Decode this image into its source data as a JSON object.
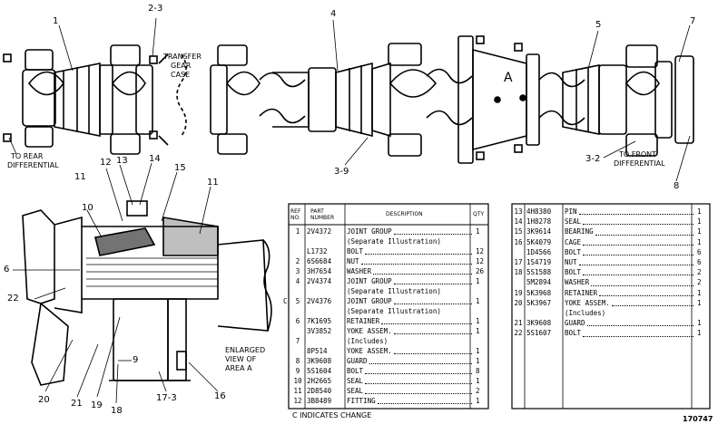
{
  "callouts_top": [
    "1",
    "2-3",
    "4",
    "5",
    "7",
    "A",
    "3-9",
    "3-2",
    "8"
  ],
  "callouts_bottom": [
    "12",
    "13",
    "14",
    "15",
    "11",
    "10",
    "11",
    "6",
    "22",
    "20",
    "21",
    "19",
    "18",
    "9",
    "17-3",
    "16"
  ],
  "notes": {
    "transfer_case": [
      "TRANSFER",
      "GEAR",
      "CASE"
    ],
    "to_rear": [
      "TO REAR",
      "DIFFERENTIAL"
    ],
    "to_front": [
      "TO FRONT",
      "DIFFERENTIAL"
    ],
    "enlarged": [
      "ENLARGED",
      "VIEW OF",
      "AREA A"
    ]
  },
  "table": {
    "headers": {
      "ref": "REF NO.",
      "part": "PART NUMBER",
      "desc": "DESCRIPTION",
      "qty": "QTY"
    },
    "left_rows": [
      {
        "c": "",
        "ref": "1",
        "part": "2V4372",
        "desc": "JOINT GROUP",
        "qty": "1"
      },
      {
        "c": "",
        "ref": "",
        "part": "",
        "desc": "(Separate Illustration)",
        "qty": ""
      },
      {
        "c": "",
        "ref": "",
        "part": "L1732",
        "desc": "BOLT",
        "qty": "12"
      },
      {
        "c": "",
        "ref": "2",
        "part": "6S6684",
        "desc": "NUT",
        "qty": "12"
      },
      {
        "c": "",
        "ref": "3",
        "part": "3H7654",
        "desc": "WASHER",
        "qty": "26"
      },
      {
        "c": "",
        "ref": "4",
        "part": "2V4374",
        "desc": "JOINT GROUP",
        "qty": "1"
      },
      {
        "c": "",
        "ref": "",
        "part": "",
        "desc": "(Separate Illustration)",
        "qty": ""
      },
      {
        "c": "C",
        "ref": "5",
        "part": "2V4376",
        "desc": "JOINT GROUP",
        "qty": "1"
      },
      {
        "c": "",
        "ref": "",
        "part": "",
        "desc": "(Separate Illustration)",
        "qty": ""
      },
      {
        "c": "",
        "ref": "6",
        "part": "7K1695",
        "desc": "RETAINER",
        "qty": "1"
      },
      {
        "c": "",
        "ref": "",
        "part": "3V3852",
        "desc": "YOKE ASSEM.",
        "qty": "1"
      },
      {
        "c": "",
        "ref": "7",
        "part": "",
        "desc": "(Includes)",
        "qty": ""
      },
      {
        "c": "",
        "ref": "",
        "part": "8P514",
        "desc": "YOKE ASSEM.",
        "qty": "1"
      },
      {
        "c": "",
        "ref": "8",
        "part": "3K9608",
        "desc": "GUARD",
        "qty": "1"
      },
      {
        "c": "",
        "ref": "9",
        "part": "5S1604",
        "desc": "BOLT",
        "qty": "8"
      },
      {
        "c": "",
        "ref": "10",
        "part": "2H2665",
        "desc": "SEAL",
        "qty": "1"
      },
      {
        "c": "",
        "ref": "11",
        "part": "2D8540",
        "desc": "SEAL",
        "qty": "2"
      },
      {
        "c": "",
        "ref": "12",
        "part": "3B8489",
        "desc": "FITTING",
        "qty": "1"
      }
    ],
    "right_rows": [
      {
        "ref": "13",
        "part": "4H8380",
        "desc": "PIN",
        "qty": "1"
      },
      {
        "ref": "14",
        "part": "1H8278",
        "desc": "SEAL",
        "qty": "1"
      },
      {
        "ref": "15",
        "part": "3K9614",
        "desc": "BEARING",
        "qty": "1"
      },
      {
        "ref": "16",
        "part": "5K4079",
        "desc": "CAGE",
        "qty": "1"
      },
      {
        "ref": "",
        "part": "1D4566",
        "desc": "BOLT",
        "qty": "6"
      },
      {
        "ref": "17",
        "part": "1S4719",
        "desc": "NUT",
        "qty": "6"
      },
      {
        "ref": "18",
        "part": "5S1588",
        "desc": "BOLT",
        "qty": "2"
      },
      {
        "ref": "",
        "part": "5M2894",
        "desc": "WASHER",
        "qty": "2"
      },
      {
        "ref": "19",
        "part": "5K3968",
        "desc": "RETAINER",
        "qty": "1"
      },
      {
        "ref": "20",
        "part": "5K3967",
        "desc": "YOKE ASSEM.",
        "qty": "1"
      },
      {
        "ref": "",
        "part": "",
        "desc": "(Includes)",
        "qty": ""
      },
      {
        "ref": "21",
        "part": "3K9608",
        "desc": "GUARD",
        "qty": "1"
      },
      {
        "ref": "22",
        "part": "5S1607",
        "desc": "BOLT",
        "qty": "1"
      }
    ],
    "footer": "C INDICATES CHANGE"
  },
  "figure_id": "170747"
}
